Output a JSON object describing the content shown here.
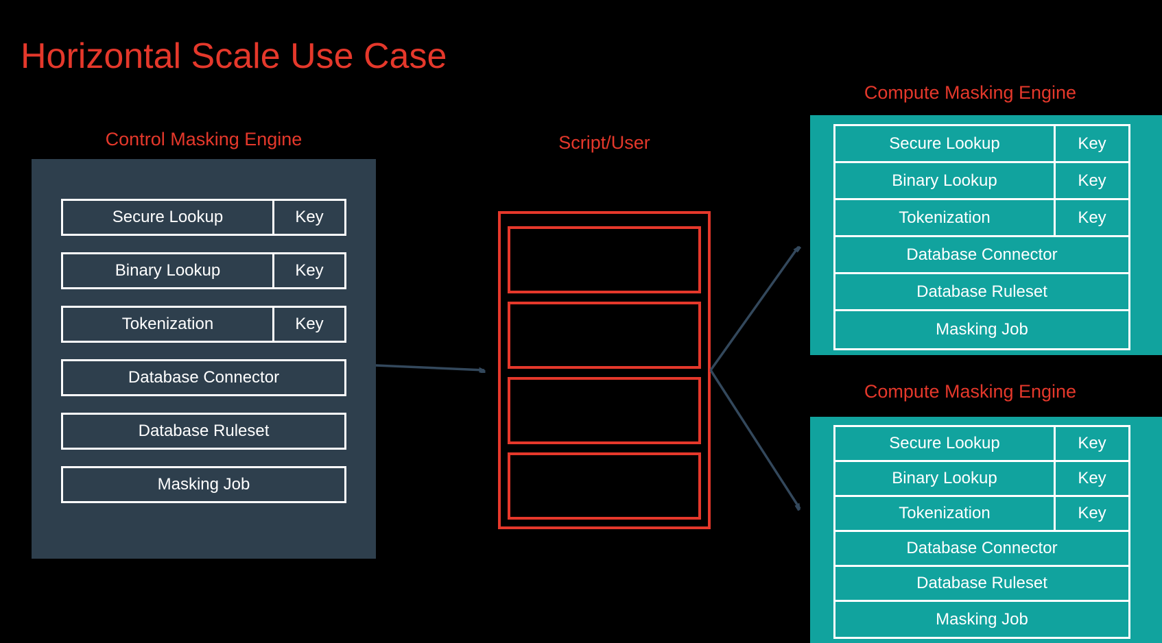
{
  "title": "Horizontal Scale Use Case",
  "colors": {
    "accent_red": "#e5382b",
    "control_box_slate": "#2e3f4d",
    "compute_box_teal": "#11a39e",
    "arrow_slate": "#33485c",
    "row_border_white": "#ffffff",
    "background": "#000000"
  },
  "control_engine": {
    "label": "Control Masking Engine",
    "rows": [
      {
        "label": "Secure Lookup",
        "key": "Key"
      },
      {
        "label": "Binary Lookup",
        "key": "Key"
      },
      {
        "label": "Tokenization",
        "key": "Key"
      },
      {
        "label": "Database Connector"
      },
      {
        "label": "Database Ruleset"
      },
      {
        "label": "Masking Job"
      }
    ]
  },
  "script_user": {
    "label": "Script/User",
    "slot_count": 4
  },
  "compute_engines": [
    {
      "label": "Compute Masking Engine",
      "rows": [
        {
          "label": "Secure Lookup",
          "key": "Key"
        },
        {
          "label": "Binary Lookup",
          "key": "Key"
        },
        {
          "label": "Tokenization",
          "key": "Key"
        },
        {
          "label": "Database Connector"
        },
        {
          "label": "Database Ruleset"
        },
        {
          "label": "Masking Job"
        }
      ]
    },
    {
      "label": "Compute Masking Engine",
      "rows": [
        {
          "label": "Secure Lookup",
          "key": "Key"
        },
        {
          "label": "Binary Lookup",
          "key": "Key"
        },
        {
          "label": "Tokenization",
          "key": "Key"
        },
        {
          "label": "Database Connector"
        },
        {
          "label": "Database Ruleset"
        },
        {
          "label": "Masking Job"
        }
      ]
    }
  ]
}
